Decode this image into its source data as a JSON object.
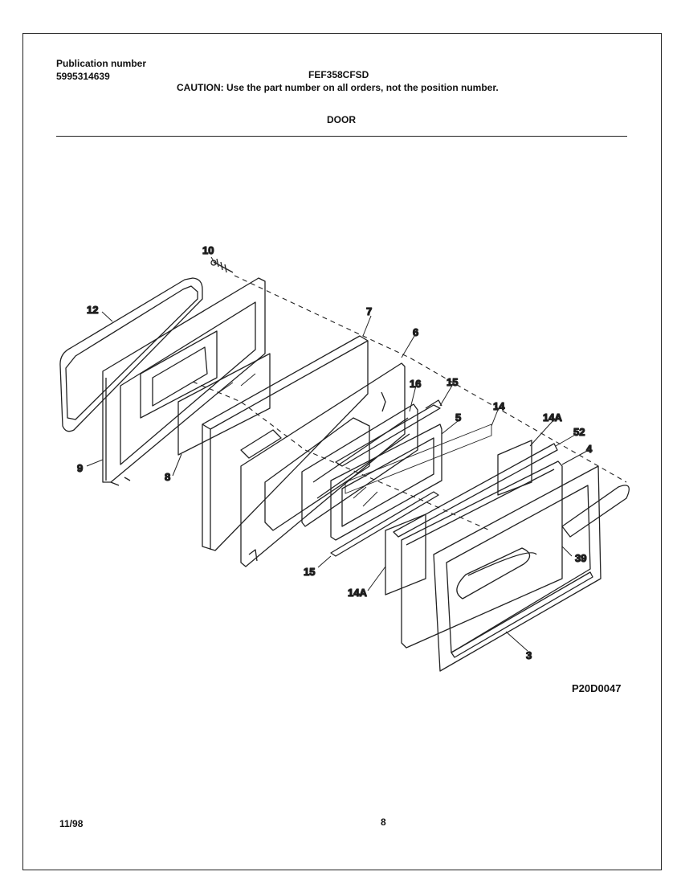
{
  "header": {
    "pub_label": "Publication number",
    "pub_number": "5995314639",
    "model": "FEF358CFSD",
    "caution": "CAUTION:  Use the part number on all orders, not the position number.",
    "section": "DOOR"
  },
  "diagram": {
    "code": "P20D0047",
    "callouts": {
      "c10": "10",
      "c12": "12",
      "c7": "7",
      "c6": "6",
      "c16": "16",
      "c15a": "15",
      "c14": "14",
      "c5": "5",
      "c14Aa": "14A",
      "c52": "52",
      "c4": "4",
      "c9": "9",
      "c8": "8",
      "c15b": "15",
      "c14Ab": "14A",
      "c39": "39",
      "c3": "3"
    }
  },
  "footer": {
    "date": "11/98",
    "page": "8"
  }
}
